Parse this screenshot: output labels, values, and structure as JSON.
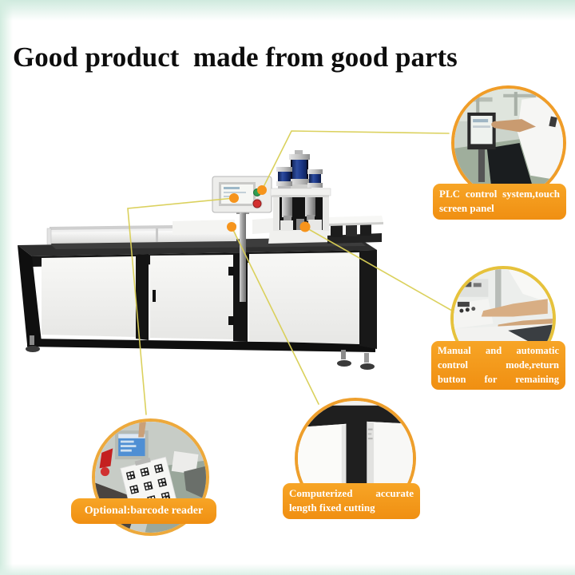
{
  "page": {
    "title": "Good product  made from good parts"
  },
  "callouts": {
    "plc": {
      "feature": "PLC control system, touch screen panel",
      "label_lines": [
        "PLC control system,touch",
        "screen panel"
      ]
    },
    "manual": {
      "feature": "Manual and automatic control mode, return button for remaining",
      "label_lines": [
        "Manual and automatic",
        "control mode,return",
        "button for remaining"
      ]
    },
    "barcode": {
      "feature": "Optional barcode reader",
      "label_lines": [
        "Optional:barcode reader"
      ]
    },
    "cutting": {
      "feature": "Computerized accurate length fixed cutting",
      "label_lines": [
        "Computerized accurate",
        "length fixed cutting"
      ]
    }
  },
  "colors": {
    "label_orange": "#f59b1b",
    "ring_orange": "#f09d28",
    "ring_yellow": "#e6c23c",
    "connector_yellow": "#d9cf55",
    "dot_orange": "#f6941c",
    "machine_frame_black": "#161616",
    "machine_panel_white": "#f4f4f2",
    "cylinder_blue": "#1e3a7c",
    "edge_tint_mint": "#d2ecdf"
  }
}
